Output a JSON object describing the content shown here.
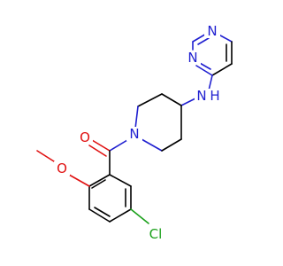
{
  "molecule": {
    "atom_labels": {
      "pyrimidine_n1": "N",
      "pyrimidine_n3": "N",
      "amine_nh": "N",
      "amine_h": "H",
      "piperidine_n": "N",
      "carbonyl_o": "O",
      "methoxy_o": "O",
      "chloro": "Cl"
    },
    "colors": {
      "carbon_bond": "#000000",
      "nitrogen": "#1f1fd0",
      "oxygen": "#e01010",
      "chlorine": "#1aa01a",
      "background": "#ffffff"
    }
  }
}
